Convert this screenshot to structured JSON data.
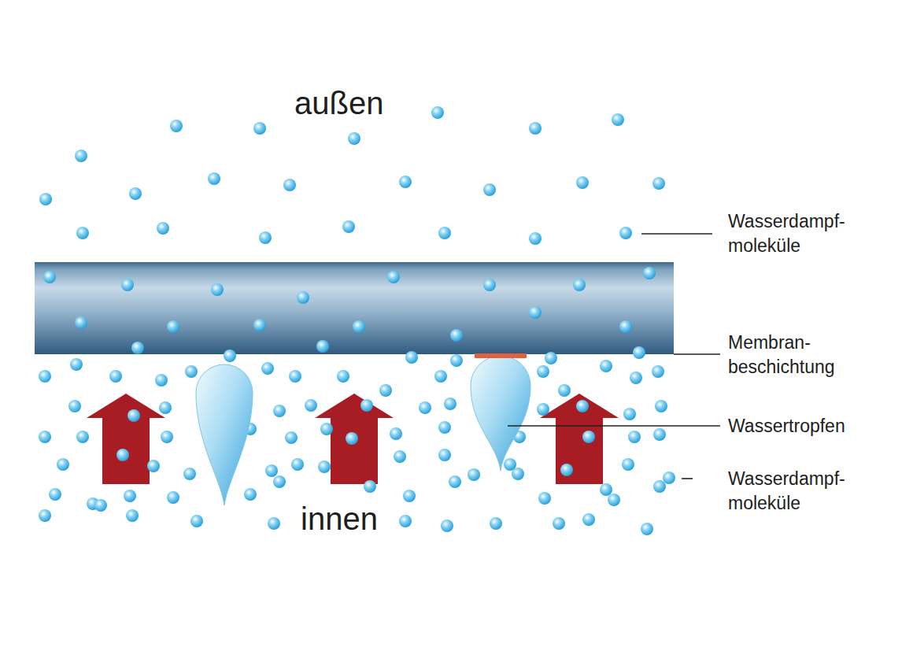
{
  "diagram": {
    "labels": [
      "außen",
      "Wasserdampf- moleküle",
      "Membran- beschichtung",
      "Wassertropfen",
      "Wasserdampf- moleküle",
      "innen"
    ]
  }
}
